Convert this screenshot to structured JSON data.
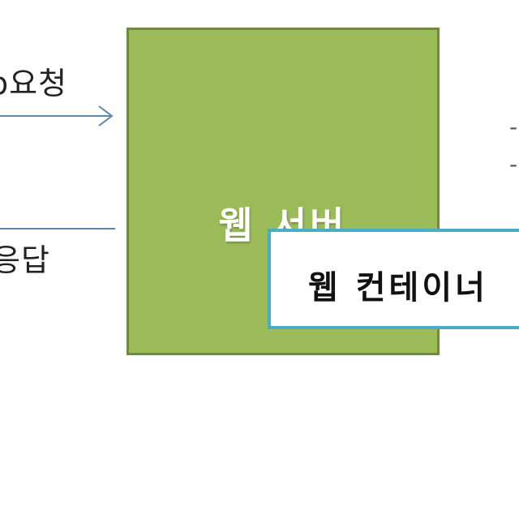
{
  "diagram": {
    "request_label": "요청",
    "request_label_prefix": "p",
    "response_label": "응답",
    "web_server_label": "웹 서버",
    "web_container_label": "웹 컨테이너",
    "edge_mark_top": "-",
    "edge_mark_bottom": "-"
  },
  "colors": {
    "web_server_fill": "#9bbb59",
    "web_server_border": "#71893f",
    "web_container_border": "#4bacc6",
    "arrow_color": "#5b87b5"
  }
}
